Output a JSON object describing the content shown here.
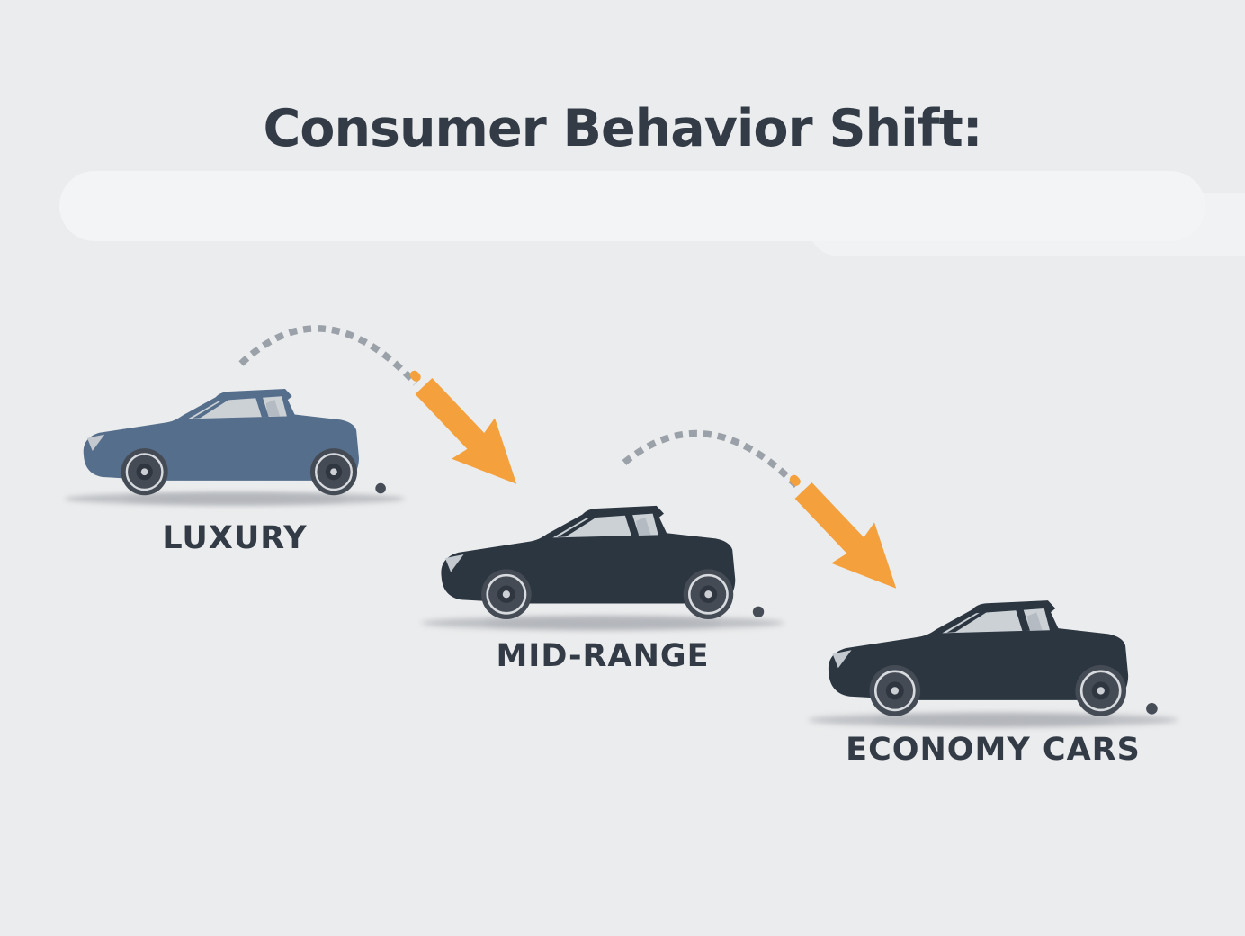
{
  "title": "Consumer Behavior Shift:",
  "stages": [
    {
      "id": "luxury",
      "label": "LUXURY",
      "car_color": "#546e8b"
    },
    {
      "id": "mid-range",
      "label": "MID-RANGE",
      "car_color": "#2c3641"
    },
    {
      "id": "economy",
      "label": "ECONOMY CARS",
      "car_color": "#2c3641"
    }
  ],
  "transitions": [
    {
      "from": "luxury",
      "to": "mid-range",
      "style": "dashed-arc-with-orange-arrow"
    },
    {
      "from": "mid-range",
      "to": "economy",
      "style": "dashed-arc-with-orange-arrow"
    }
  ],
  "colors": {
    "background": "#ebeced",
    "highlight_band": "#f3f4f6",
    "title_text": "#333b46",
    "label_text": "#333b46",
    "arrow_orange": "#f4a03c",
    "dash_gray": "#9ba1a8",
    "luxury_car": "#546e8b",
    "dark_car": "#2c3641",
    "car_window": "#ccd1d6",
    "car_seat": "#b5bbc2",
    "headlight": "#c3c9cf",
    "tire": "#454b54",
    "wheel_ring": "#d7dade",
    "hub": "#30363f",
    "hub_center": "#ccd0d5",
    "ground_shadow": "#bdc0c4"
  }
}
